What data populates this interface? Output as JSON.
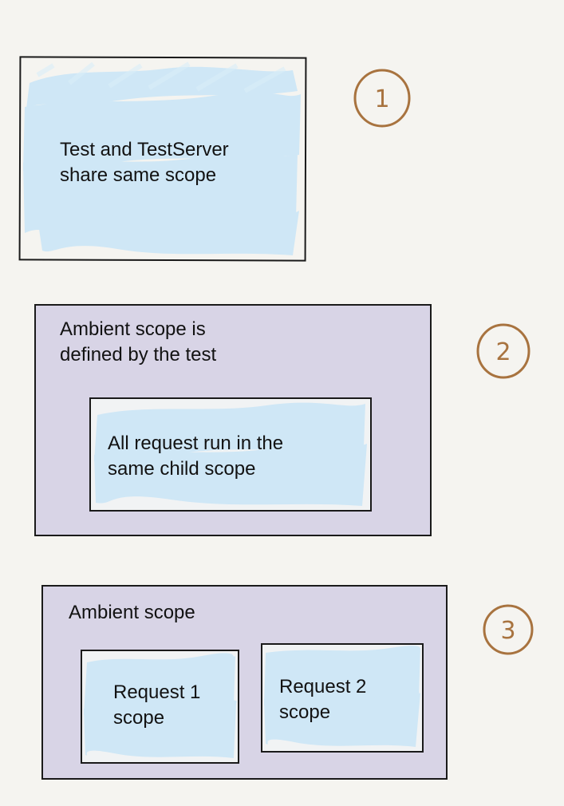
{
  "colors": {
    "background": "#f5f4f0",
    "scope_fill_blue": "#cfe7f6",
    "ambient_fill_lavender": "#d8d4e6",
    "outline": "#1a1a1a",
    "number_circle": "#a8733f"
  },
  "panel1": {
    "number": "1",
    "label": "Test and TestServer\nshare same scope"
  },
  "panel2": {
    "number": "2",
    "outer_label": "Ambient scope is\ndefined by the test",
    "inner_label": "All request run in the\nsame child scope"
  },
  "panel3": {
    "number": "3",
    "outer_label": "Ambient scope",
    "request1_label": "Request 1\nscope",
    "request2_label": "Request 2\nscope"
  }
}
